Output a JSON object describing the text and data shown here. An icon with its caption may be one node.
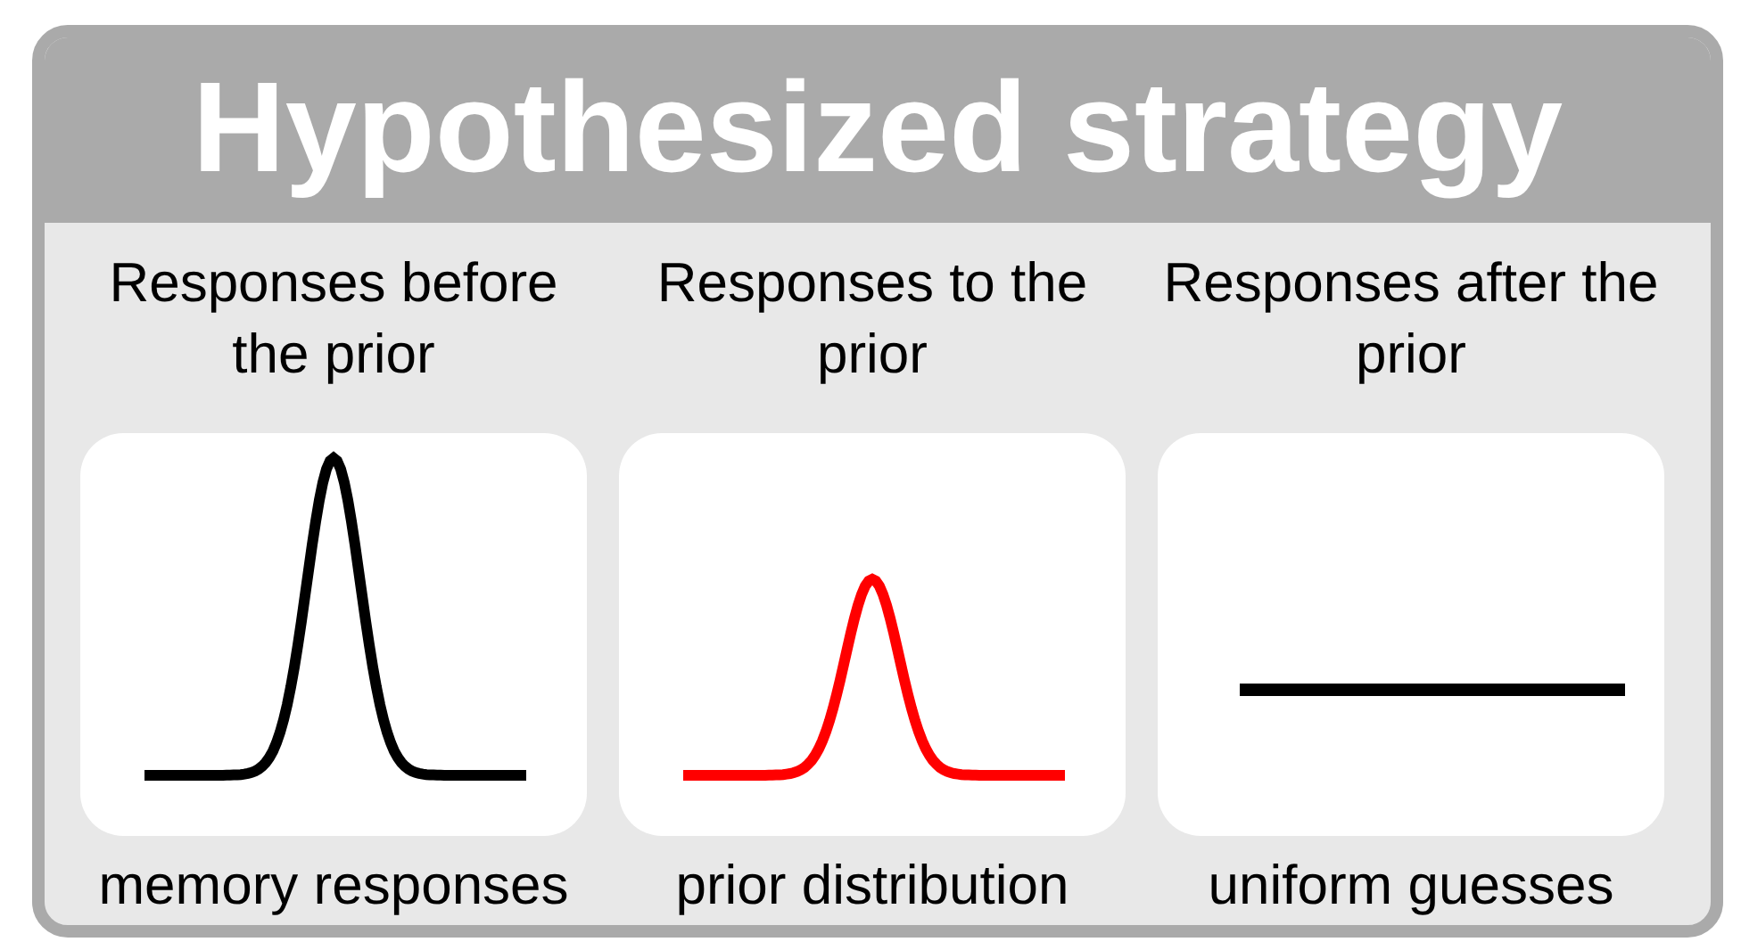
{
  "diagram": {
    "nodes": [
      {
        "text": [
          "Hypothesized strategy"
        ]
      },
      {
        "text": [
          "Responses before the prior",
          "memory responses"
        ],
        "in": 0
      },
      {
        "text": [
          "Responses to the prior",
          "prior distribution"
        ],
        "in": 0
      },
      {
        "text": [
          "Responses after the prior",
          "uniform guesses"
        ],
        "in": 0
      }
    ]
  }
}
